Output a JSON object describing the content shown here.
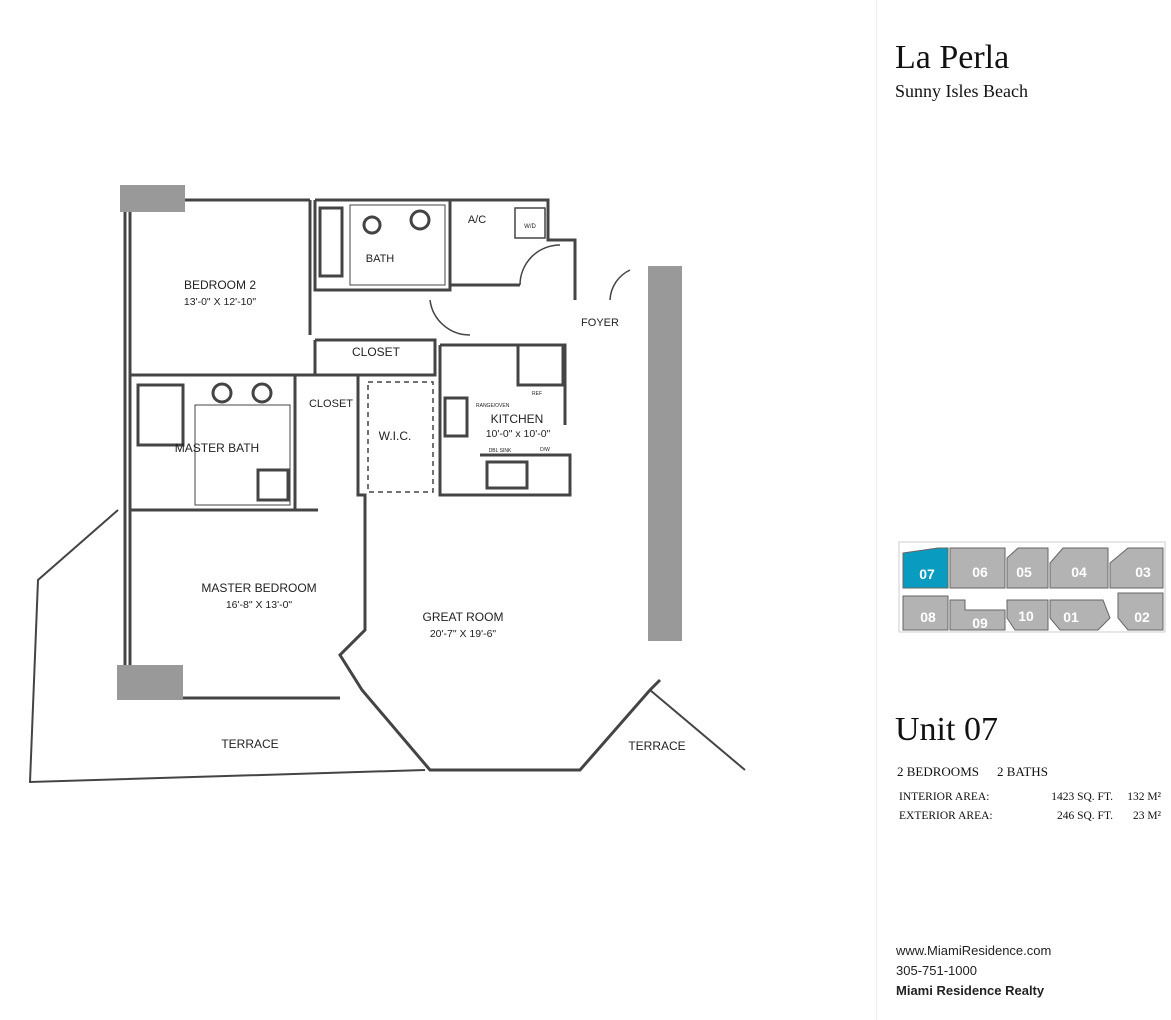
{
  "building": {
    "name": "La Perla",
    "location": "Sunny Isles Beach"
  },
  "floorplan": {
    "rooms": {
      "bedroom2": {
        "name": "BEDROOM 2",
        "dims": "13'-0\" X 12'-10\""
      },
      "bath": "BATH",
      "ac": "A/C",
      "wd": "W/D",
      "foyer": "FOYER",
      "closet1": "CLOSET",
      "closet2": "CLOSET",
      "master_bath": "MASTER BATH",
      "wic": "W.I.C.",
      "kitchen": {
        "name": "KITCHEN",
        "dims": "10'-0\" x 10'-0\"",
        "range": "RANGE/OVEN",
        "ref": "REF",
        "sink": "DBL SINK",
        "dw": "D/W"
      },
      "master_bedroom": {
        "name": "MASTER BEDROOM",
        "dims": "16'-8\" X 13'-0\""
      },
      "great_room": {
        "name": "GREAT ROOM",
        "dims": "20'-7\" X 19'-6\""
      },
      "terrace1": "TERRACE",
      "terrace2": "TERRACE"
    }
  },
  "keyplan": {
    "highlight_color": "#0a9cc0",
    "units": [
      "07",
      "06",
      "05",
      "04",
      "03",
      "08",
      "09",
      "10",
      "01",
      "02"
    ],
    "selected": "07"
  },
  "unit": {
    "label": "Unit",
    "number": "07",
    "bedrooms": "2 BEDROOMS",
    "baths": "2 BATHS"
  },
  "areas": [
    {
      "label": "INTERIOR AREA:",
      "sqft": "1423 SQ. FT.",
      "m2": "132 M²"
    },
    {
      "label": "EXTERIOR AREA:",
      "sqft": "246 SQ. FT.",
      "m2": "23 M²"
    }
  ],
  "contact": {
    "website": "www.MiamiResidence.com",
    "phone": "305-751-1000",
    "company": "Miami Residence Realty"
  }
}
